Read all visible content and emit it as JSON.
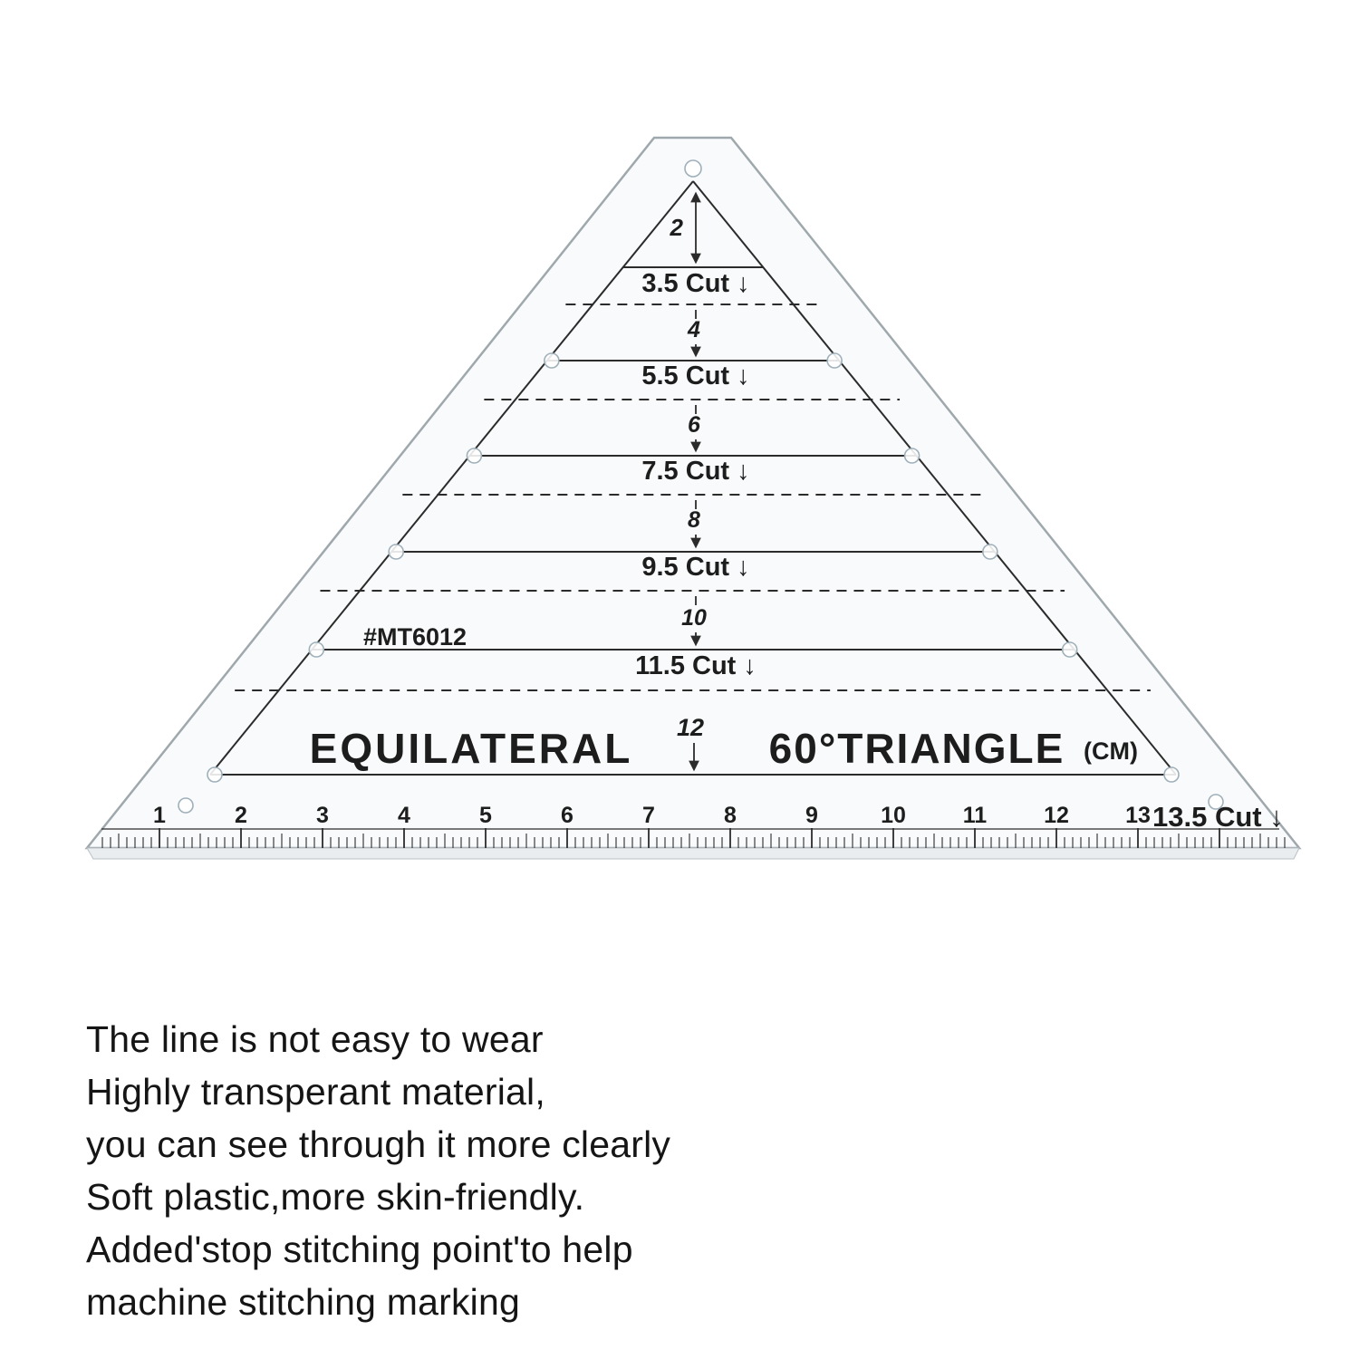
{
  "product": {
    "model": "#MT6012",
    "title": {
      "left": "EQUILATERAL",
      "right": "60°TRIANGLE",
      "unit": "(CM)"
    },
    "bands": [
      {
        "size": "2",
        "cut": "3.5 Cut ↓"
      },
      {
        "size": "4",
        "cut": "5.5 Cut ↓"
      },
      {
        "size": "6",
        "cut": "7.5 Cut ↓"
      },
      {
        "size": "8",
        "cut": "9.5 Cut ↓"
      },
      {
        "size": "10",
        "cut": "11.5 Cut ↓"
      },
      {
        "size": "12",
        "cut": "13.5 Cut ↓"
      }
    ],
    "scale_numbers": [
      "1",
      "2",
      "3",
      "4",
      "5",
      "6",
      "7",
      "8",
      "9",
      "10",
      "11",
      "12",
      "13"
    ]
  },
  "description": {
    "lines": [
      "The line is not easy to wear",
      "Highly transperant material,",
      "you can see through it more clearly",
      "Soft plastic,more skin-friendly.",
      "Added'stop stitching point'to help",
      "machine stitching marking"
    ]
  },
  "colors": {
    "line": "#2b2b2b",
    "body_fill": "#f7fafb",
    "edge": "#9fa8ad",
    "edge_strip": "#e9edef",
    "hole_stroke": "#9fb0ba",
    "text": "#1d1d1d"
  }
}
